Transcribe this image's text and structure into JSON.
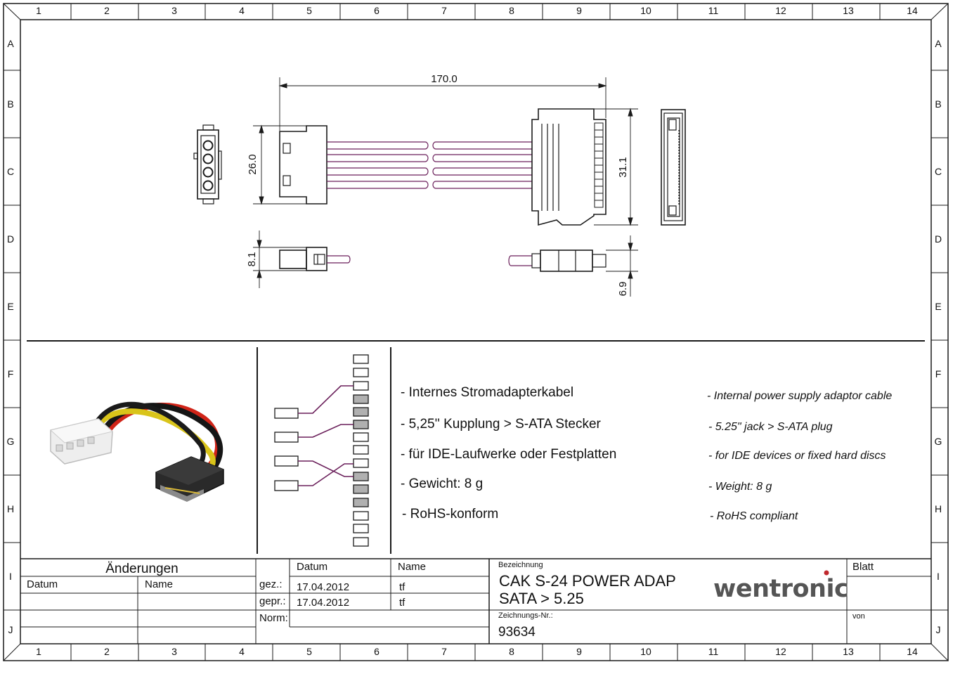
{
  "border": {
    "columns": [
      "1",
      "2",
      "3",
      "4",
      "5",
      "6",
      "7",
      "8",
      "9",
      "10",
      "11",
      "12",
      "13",
      "14"
    ],
    "rows": [
      "A",
      "B",
      "C",
      "D",
      "E",
      "F",
      "G",
      "H",
      "I",
      "J"
    ]
  },
  "dimensions": {
    "length": "170.0",
    "molex_height": "26.0",
    "sata_height": "31.1",
    "molex_thickness": "8.1",
    "sata_thickness": "6.9"
  },
  "features_de": [
    "- Internes Stromadapterkabel",
    "- 5,25'' Kupplung > S-ATA Stecker",
    "- für IDE-Laufwerke oder Festplatten",
    "- Gewicht: 8 g",
    "- RoHS-konform"
  ],
  "features_en": [
    "- Internal power supply adaptor cable",
    "- 5.25\" jack > S-ATA plug",
    "- for IDE devices or fixed hard discs",
    "- Weight: 8 g",
    "- RoHS compliant"
  ],
  "title_block": {
    "changes_label": "Änderungen",
    "date_label": "Datum",
    "name_label": "Name",
    "gez_label": "gez.:",
    "gez_date": "17.04.2012",
    "gez_name": "tf",
    "gepr_label": "gepr.:",
    "gepr_date": "17.04.2012",
    "gepr_name": "tf",
    "norm_label": "Norm:",
    "designation_label": "Bezeichnung",
    "designation_line1": "CAK S-24 POWER ADAP",
    "designation_line2": "SATA > 5.25",
    "drawing_no_label": "Zeichnungs-Nr.:",
    "drawing_no": "93634",
    "sheet_label": "Blatt",
    "of_label": "von",
    "logo": "wentronic"
  },
  "colors": {
    "line": "#1a1a1a",
    "wire": "#6a1f5a",
    "logo": "#555555",
    "logo_dot": "#c0282d",
    "pin_gray": "#b0b0b0"
  }
}
